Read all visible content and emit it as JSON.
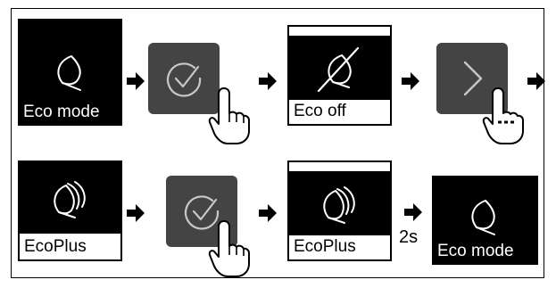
{
  "row1": {
    "screen1_label": "Eco mode",
    "screen2_label": "Eco off"
  },
  "row2": {
    "screen1_label": "EcoPlus",
    "screen2_label": "EcoPlus",
    "delay_label": "2s",
    "screen3_label": "Eco mode"
  },
  "icons": {
    "leaf": "leaf-icon",
    "leaf_crossed": "leaf-off-icon",
    "leaves": "ecoplus-leaves-icon",
    "check": "checkmark-circle-icon",
    "next": "chevron-right-icon",
    "hand": "pointing-hand-icon",
    "arrow": "arrow-right-icon"
  },
  "colors": {
    "screen": "#000000",
    "button": "#444444",
    "ink": "#000000"
  }
}
